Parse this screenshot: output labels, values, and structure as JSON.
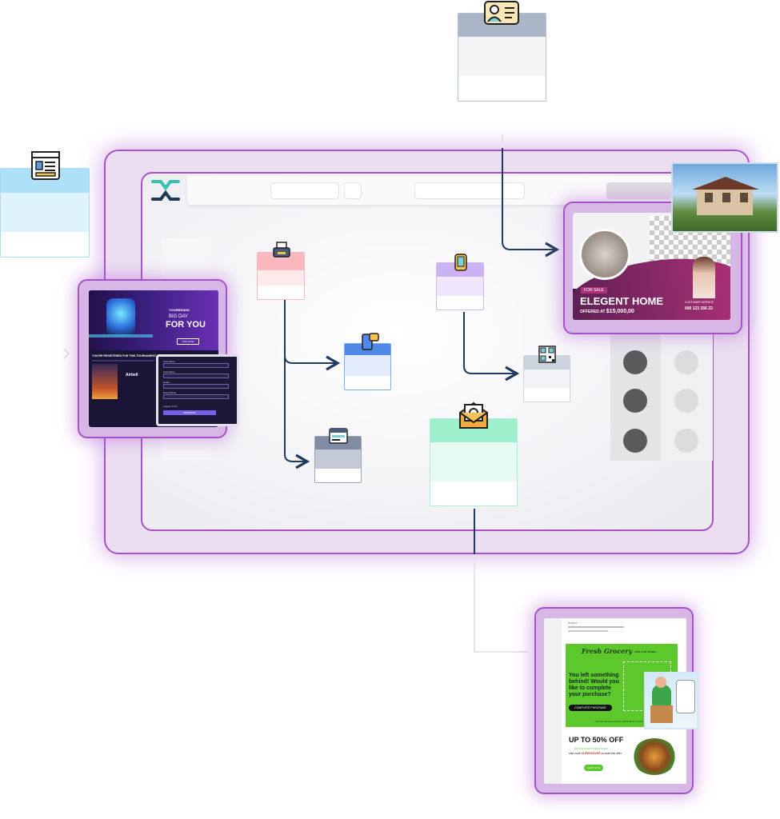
{
  "real_estate_ad": {
    "badge": "FOR SALE",
    "title": "ELEGENT HOME",
    "offer_prefix": "OFFERED AT",
    "price": "$15,000,00",
    "service_label": "CUSTOMER SERVICE",
    "phone": "000 123 256 23"
  },
  "event_page": {
    "brand": "YOURBRAND",
    "headline_small": "BIG DAY",
    "headline_big": "FOR YOU",
    "banner_cta": "JOIN NOW",
    "section_title": "YOU'RE REGISTERED FOR THIS TOURNAMENT",
    "event_name": "Airbell",
    "submit_label": "REGISTER",
    "form_fields": [
      "First Name",
      "Last Name",
      "Email",
      "Team Name"
    ],
    "agree_text": "I agree to the"
  },
  "grocery_email": {
    "brand_script": "Fresh Grocery",
    "visit_link": "VISIT OUR STORE »",
    "headline": "You left something behind! Would you like  to complete your purchase?",
    "cta": "COMPLETE PURCHASE",
    "small_note": "Your cart has items left in it. Check them out now",
    "discount_headline": "UP TO 50% OFF",
    "discount_sub": "GET ON EVERYTHING TODAY",
    "code_prefix": "Use code",
    "code": "SUPERSAVER",
    "code_suffix": "to avail this offer",
    "shop_cta": "SHOP NOW",
    "subject_label": "Subject"
  },
  "colors": {
    "accent_purple": "#a752c8",
    "connector_navy": "#1e3a5f",
    "ad_magenta": "#b0317a",
    "grocery_green": "#5cc82c"
  },
  "icons": [
    "logo-icon",
    "contact-card-icon",
    "form-page-icon",
    "fax-icon",
    "phone-icon",
    "mobile-chat-icon",
    "qr-code-icon",
    "email-icon",
    "web-page-icon"
  ]
}
